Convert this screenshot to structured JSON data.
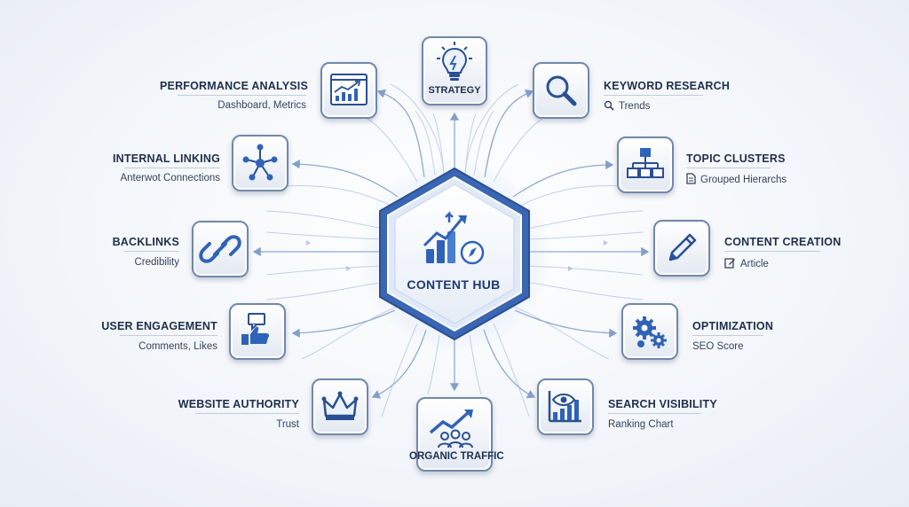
{
  "hub": {
    "label": "CONTENT HUB"
  },
  "nodes": {
    "strategy": {
      "label": "STRATEGY"
    },
    "performance": {
      "label": "PERFORMANCE ANALYSIS",
      "sub": "Dashboard,  Metrics"
    },
    "keyword": {
      "label": "KEYWORD RESEARCH",
      "sub": "Trends"
    },
    "internal_linking": {
      "label": "INTERNAL LINKING",
      "sub": "Anterwot Connections"
    },
    "topic_clusters": {
      "label": "TOPIC CLUSTERS",
      "sub": "Grouped Hierarchs"
    },
    "backlinks": {
      "label": "BACKLINKS",
      "sub": "Credibility"
    },
    "content_creation": {
      "label": "CONTENT CREATION",
      "sub": "Article"
    },
    "user_engagement": {
      "label": "USER ENGAGEMENT",
      "sub": "Comments,  Likes"
    },
    "optimization": {
      "label": "OPTIMIZATION",
      "sub": "SEO Score"
    },
    "website_authority": {
      "label": "WEBSITE AUTHORITY",
      "sub": "Trust"
    },
    "search_visibility": {
      "label": "SEARCH VISIBILITY",
      "sub": "Ranking Chart"
    },
    "organic_traffic": {
      "label": "ORGANIC TRAFFIC"
    }
  },
  "icons": {
    "strategy": "lightbulb-icon",
    "performance": "dashboard-chart-icon",
    "keyword": "magnifier-icon",
    "internal_linking": "network-icon",
    "topic_clusters": "hierarchy-icon",
    "backlinks": "chain-link-icon",
    "content_creation": "pencil-icon",
    "user_engagement": "chat-thumbs-up-icon",
    "optimization": "gears-icon",
    "website_authority": "crown-icon",
    "search_visibility": "eye-bar-chart-icon",
    "organic_traffic": "people-trend-icon",
    "hub": "growth-compass-icon"
  },
  "colors": {
    "accent": "#2f63b8",
    "line": "#6f90c0",
    "border": "#7088aa",
    "text": "#1e2f4c"
  }
}
